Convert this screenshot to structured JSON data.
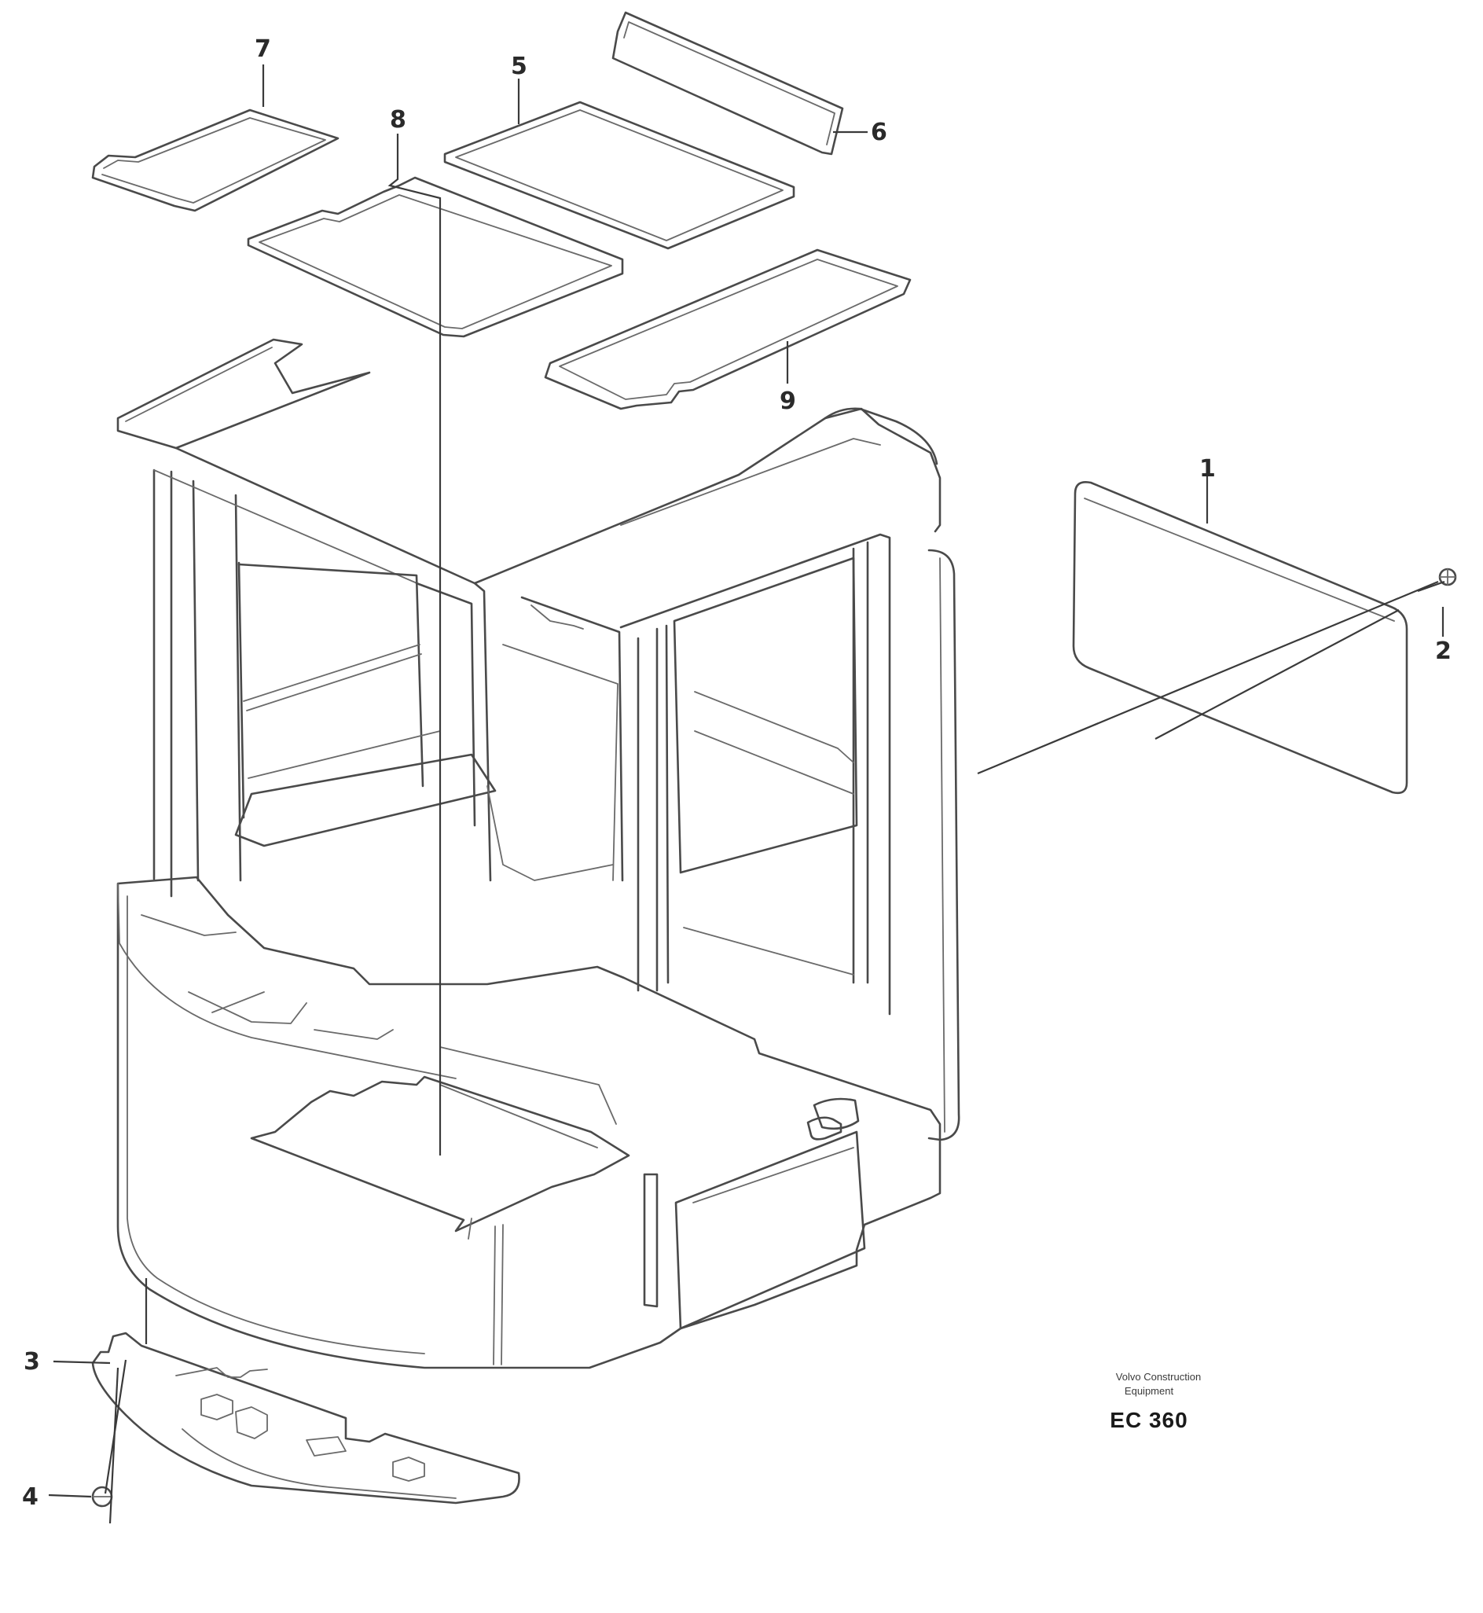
{
  "callouts": {
    "c1": "1",
    "c2": "2",
    "c3": "3",
    "c4": "4",
    "c5": "5",
    "c6": "6",
    "c7": "7",
    "c8": "8",
    "c9": "9"
  },
  "caption": {
    "line1": "Volvo Construction",
    "line2": "Equipment",
    "code": "EC 360"
  }
}
